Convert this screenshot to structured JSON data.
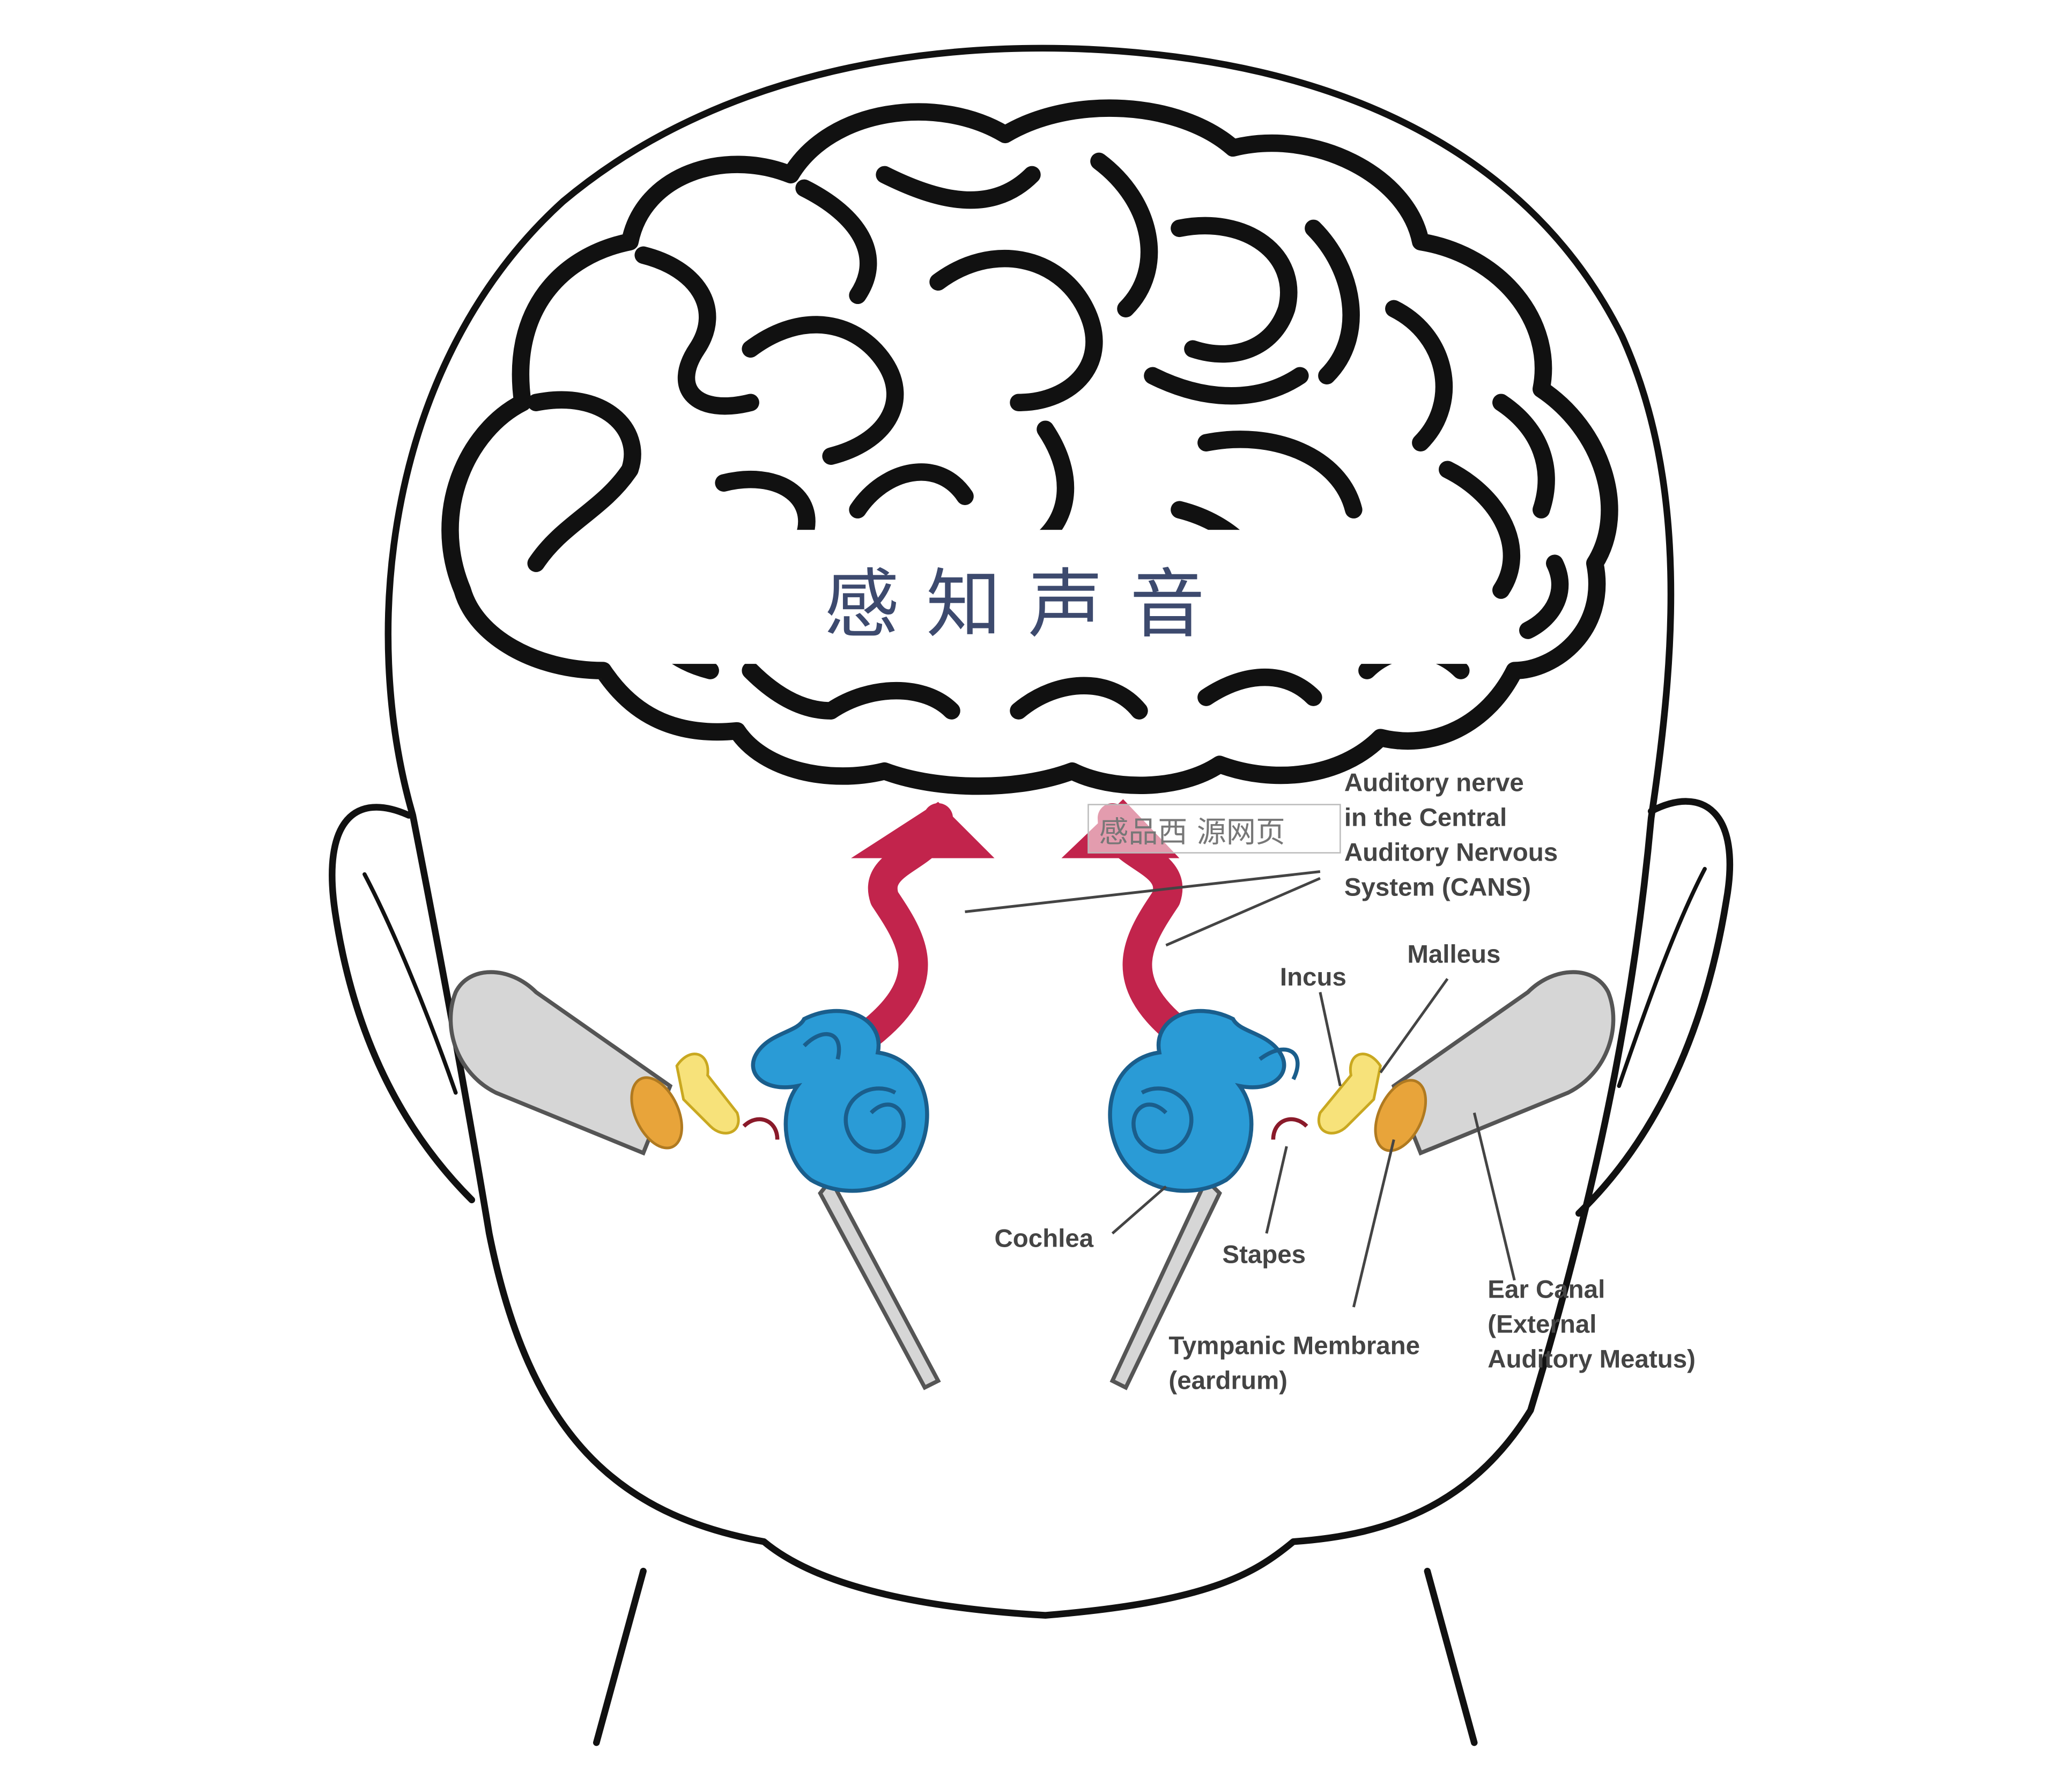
{
  "title": "感知声音",
  "watermark": "感品西 源网页",
  "labels": {
    "auditory_nerve": [
      "Auditory nerve",
      "in the Central",
      "Auditory Nervous",
      "System (CANS)"
    ],
    "incus": "Incus",
    "malleus": "Malleus",
    "cochlea": "Cochlea",
    "stapes": "Stapes",
    "tympanic": [
      "Tympanic Membrane",
      "(eardrum)"
    ],
    "ear_canal": [
      "Ear Canal",
      "(External",
      "Auditory Meatus)"
    ]
  },
  "colors": {
    "outline": "#111111",
    "title": "#3d4a6e",
    "arrow": "#c2244c",
    "cochlea": "#2a9bd6",
    "canal": "#d6d6d6",
    "ossicle": "#f7e27a",
    "eardrum": "#e8a43a",
    "label": "#444444"
  }
}
